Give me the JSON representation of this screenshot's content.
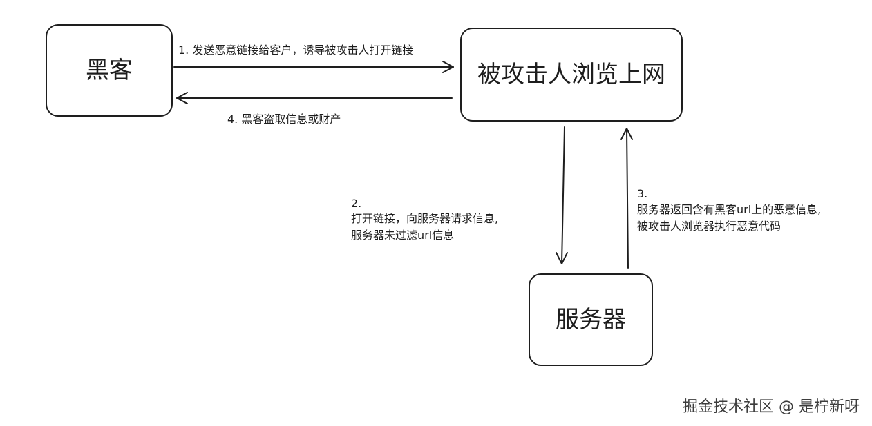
{
  "nodes": {
    "hacker": "黑客",
    "victim": "被攻击人浏览上网",
    "server": "服务器"
  },
  "steps": {
    "step1": "1. 发送恶意链接给客户，诱导被攻击人打开链接",
    "step2_number": "2.",
    "step2_line1": "打开链接，向服务器请求信息,",
    "step2_line2": "服务器未过滤url信息",
    "step3_number": "3.",
    "step3_line1": "服务器返回含有黑客url上的恶意信息,",
    "step3_line2": "被攻击人浏览器执行恶意代码",
    "step4": "4. 黑客盗取信息或财产"
  },
  "watermark": "掘金技术社区 @ 是柠新呀"
}
